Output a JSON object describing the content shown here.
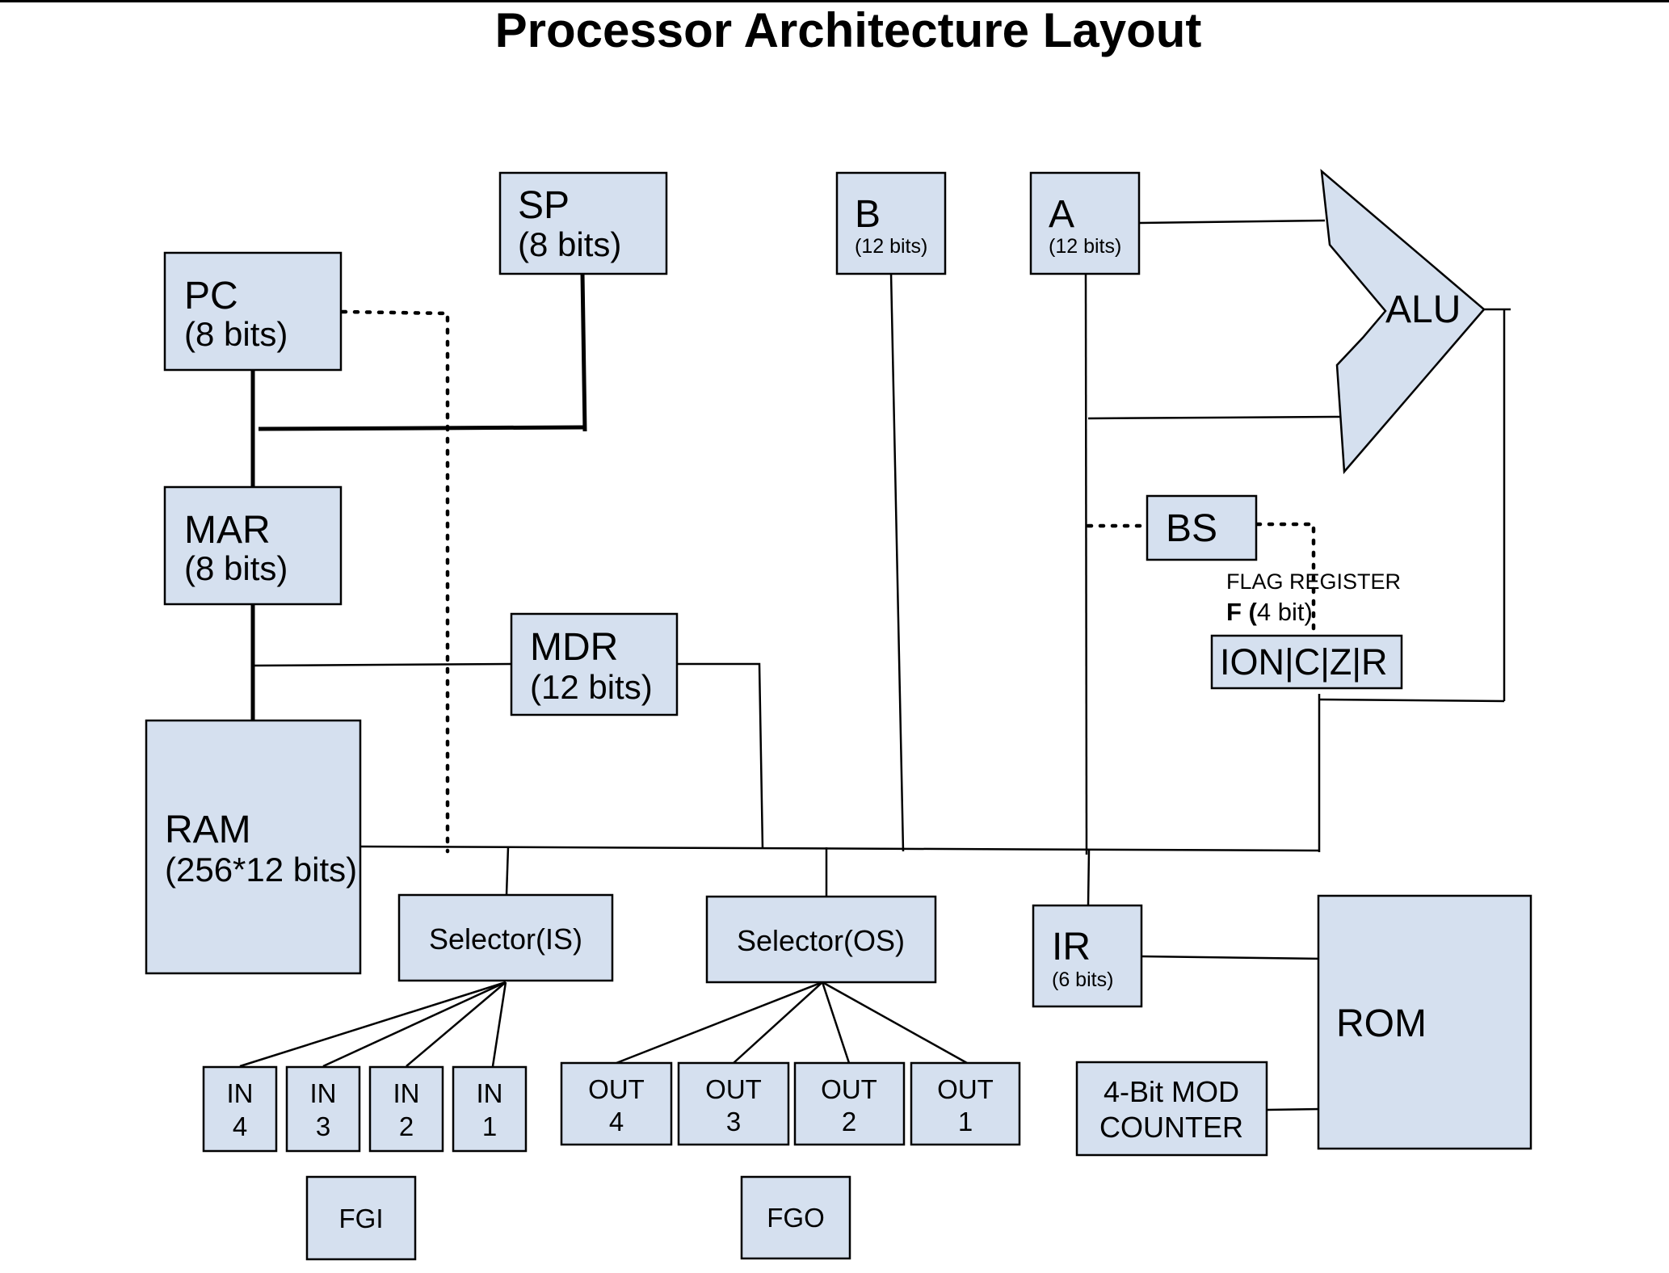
{
  "title": "Processor Architecture Layout",
  "registers": {
    "sp": {
      "name": "SP",
      "size": "(8 bits)"
    },
    "b": {
      "name": "B",
      "size": "(12 bits)"
    },
    "a": {
      "name": "A",
      "size": "(12 bits)"
    },
    "pc": {
      "name": "PC",
      "size": "(8 bits)"
    },
    "mar": {
      "name": "MAR",
      "size": "(8 bits)"
    },
    "mdr": {
      "name": "MDR",
      "size": "(12 bits)"
    },
    "ram": {
      "name": "RAM",
      "size": "(256*12 bits)"
    },
    "ir": {
      "name": "IR",
      "size": "(6 bits)"
    },
    "bs": {
      "name": "BS"
    }
  },
  "alu": "ALU",
  "flag": {
    "caption": "FLAG REGISTER",
    "letter": "F",
    "paren_open": " (",
    "size": "4 bit)",
    "bits": "ION|C|Z|R"
  },
  "selectors": {
    "input": "Selector(IS)",
    "output": "Selector(OS)"
  },
  "inputs": [
    {
      "line1": "IN",
      "line2": "4"
    },
    {
      "line1": "IN",
      "line2": "3"
    },
    {
      "line1": "IN",
      "line2": "2"
    },
    {
      "line1": "IN",
      "line2": "1"
    }
  ],
  "outputs": [
    {
      "line1": "OUT",
      "line2": "4"
    },
    {
      "line1": "OUT",
      "line2": "3"
    },
    {
      "line1": "OUT",
      "line2": "2"
    },
    {
      "line1": "OUT",
      "line2": "1"
    }
  ],
  "flags_io": {
    "fgi": "FGI",
    "fgo": "FGO"
  },
  "rom": "ROM",
  "counter": {
    "line1": "4-Bit MOD",
    "line2": "COUNTER"
  }
}
